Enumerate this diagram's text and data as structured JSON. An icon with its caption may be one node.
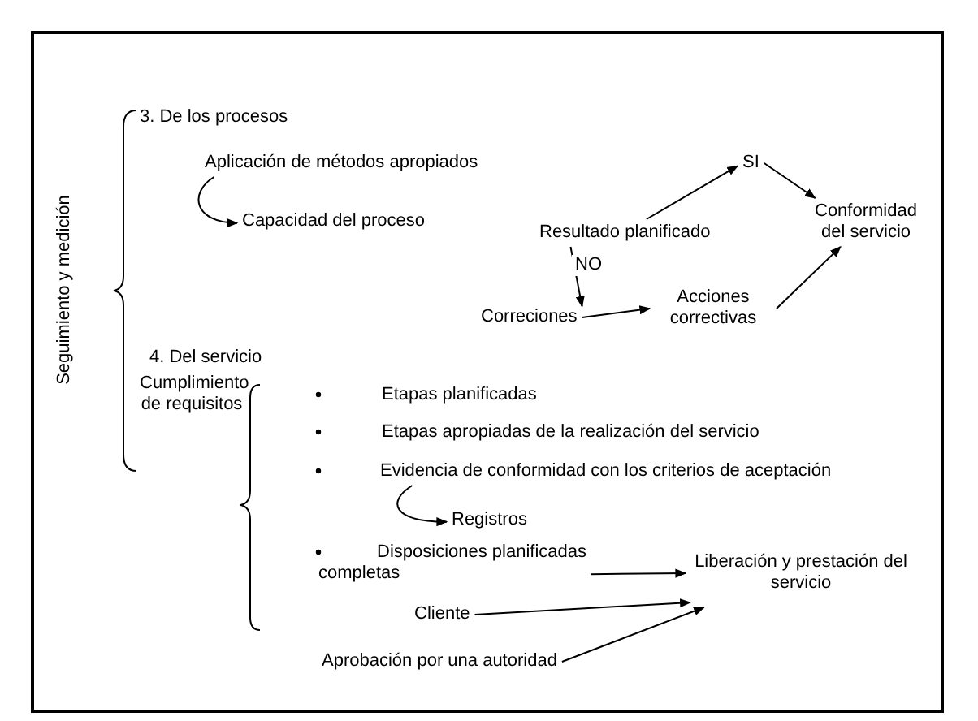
{
  "diagram": {
    "nodes": [
      {
        "text": [
          "Aplicación de métodos apropiados"
        ]
      },
      {
        "text": [
          "Capacidad del proceso"
        ]
      },
      {
        "text": [
          "SI"
        ]
      },
      {
        "text": [
          "Resultado planificado"
        ]
      },
      {
        "text": [
          "Conformidad del servicio"
        ]
      },
      {
        "text": [
          "Correciones"
        ]
      },
      {
        "text": [
          "Acciones correctivas"
        ]
      },
      {
        "text": [
          "Evidencia de conformidad con los criterios de aceptación"
        ]
      },
      {
        "text": [
          "Registros"
        ]
      },
      {
        "text": [
          "Disposiciones planificadas completas"
        ]
      },
      {
        "text": [
          "Liberación y prestación del servicio"
        ]
      },
      {
        "text": [
          "Cliente"
        ]
      },
      {
        "text": [
          "Aprobación por una autoridad"
        ]
      }
    ],
    "edges": [
      {
        "from": 0,
        "to": 1,
        "arrow": "to"
      },
      {
        "from": 3,
        "to": 2,
        "arrow": "to"
      },
      {
        "from": 2,
        "to": 4,
        "arrow": "to"
      },
      {
        "from": 3,
        "to": 5,
        "arrow": "to",
        "label": "NO"
      },
      {
        "from": 5,
        "to": 6,
        "arrow": "to"
      },
      {
        "from": 6,
        "to": 4,
        "arrow": "to"
      },
      {
        "from": 7,
        "to": 8,
        "arrow": "to"
      },
      {
        "from": 9,
        "to": 10,
        "arrow": "to"
      },
      {
        "from": 11,
        "to": 10,
        "arrow": "to"
      },
      {
        "from": 12,
        "to": 10,
        "arrow": "to"
      }
    ],
    "labels": [
      "Seguimiento y medición",
      "3. De los procesos",
      "4. Del servicio",
      "Cumplimiento de requisitos",
      "Etapas planificadas",
      "Etapas apropiadas de la realización del servicio"
    ]
  }
}
